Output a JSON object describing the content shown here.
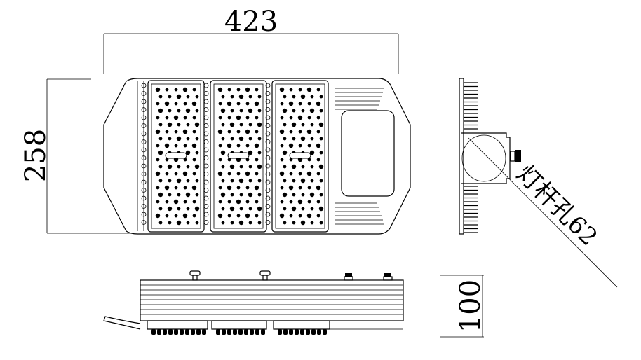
{
  "dimensions": {
    "width": "423",
    "height": "258",
    "thickness": "100",
    "pole_hole": "灯杆孔62"
  },
  "views": {
    "front_modules": 3,
    "led_rows": 20,
    "led_cols": 5
  },
  "colors": {
    "line": "#000000",
    "background": "#ffffff"
  }
}
